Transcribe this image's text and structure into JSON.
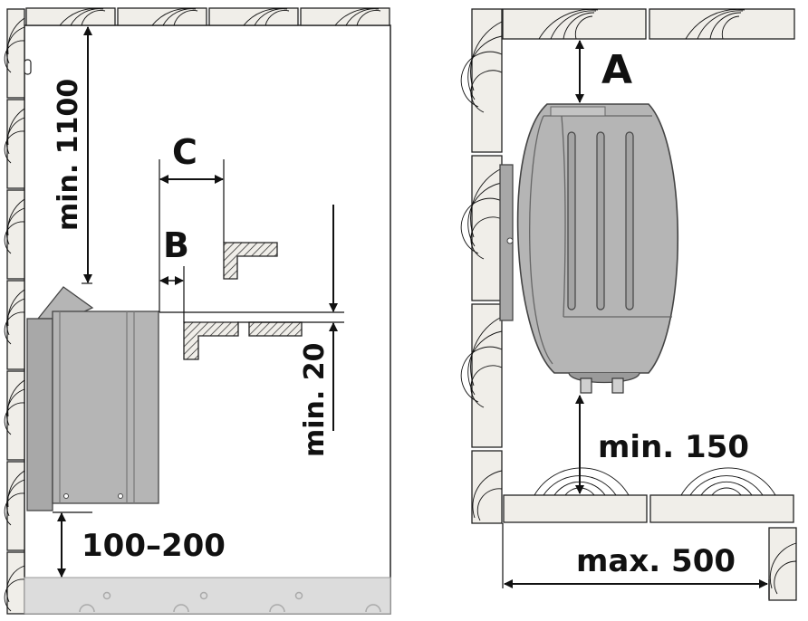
{
  "diagram": {
    "left_panel": {
      "label_height_above": "min. 1100",
      "label_c": "C",
      "label_b": "B",
      "label_ceiling_gap": "min. 20",
      "label_floor_gap": "100–200"
    },
    "right_panel": {
      "label_a": "A",
      "label_floor_gap": "min. 150",
      "label_width": "max. 500"
    }
  },
  "colors": {
    "wood": "#f0eee9",
    "wood_line": "#222222",
    "heater": "#b5b5b5",
    "heater_dark": "#9a9a9a",
    "floor": "#dcdcdc",
    "ink": "#111111"
  }
}
